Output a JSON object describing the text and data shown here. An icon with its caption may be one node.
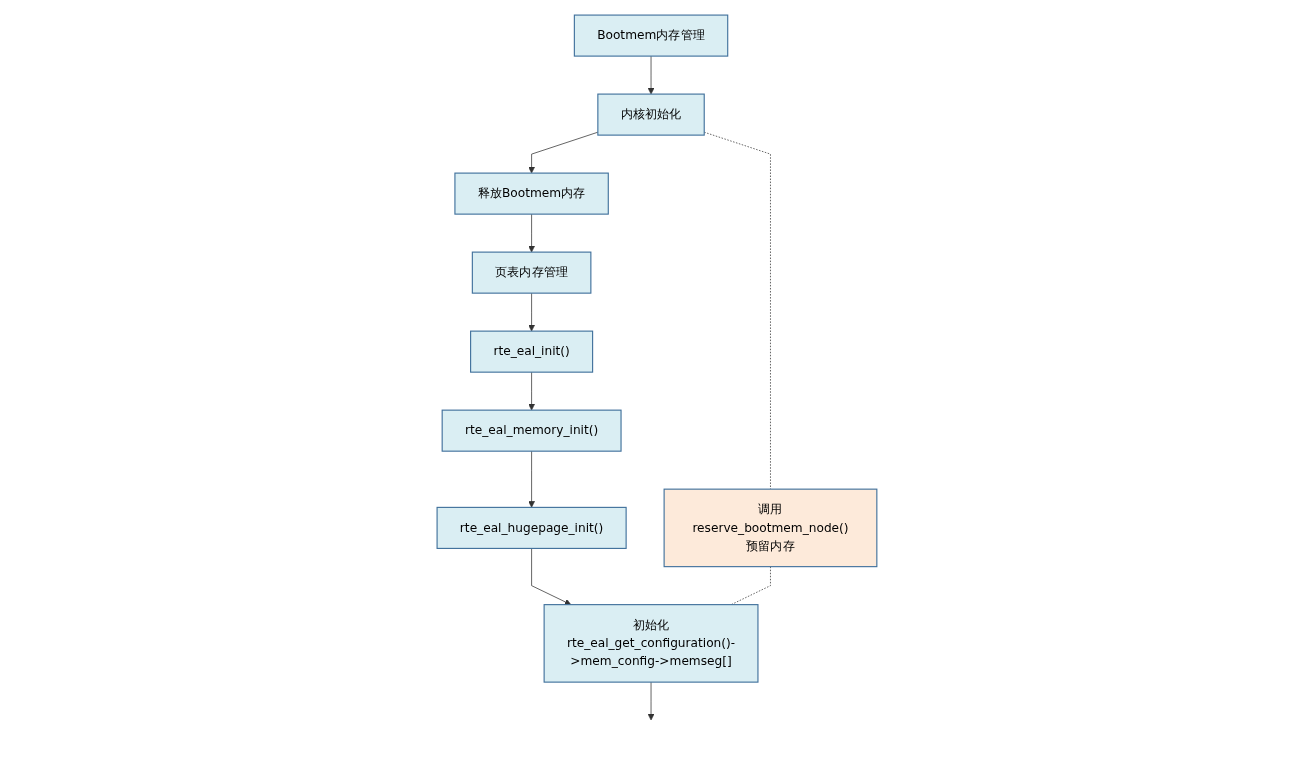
{
  "diagram": {
    "nodes": [
      {
        "text": [
          "Bootmem内存管理"
        ]
      },
      {
        "text": [
          "内核初始化"
        ]
      },
      {
        "text": [
          "释放Bootmem内存"
        ]
      },
      {
        "text": [
          "页表内存管理"
        ]
      },
      {
        "text": [
          "调用reserve_bootmem_node()预留内存"
        ]
      },
      {
        "text": [
          "rte_eal_init()"
        ]
      },
      {
        "text": [
          "rte_eal_memory_init()"
        ]
      },
      {
        "text": [
          "rte_eal_hugepage_init()"
        ]
      },
      {
        "text": [
          "初始化rte_eal_get_configuration()->mem_config->memseg[]"
        ]
      }
    ],
    "edges": [
      {
        "from": 0,
        "to": 1,
        "arrow": "to"
      },
      {
        "from": 1,
        "to": 2,
        "arrow": "to"
      },
      {
        "from": 2,
        "to": 3,
        "arrow": "to"
      },
      {
        "from": 3,
        "to": 5,
        "arrow": "to"
      },
      {
        "from": 1,
        "to": 4,
        "arrow": "none",
        "style": "dashed"
      },
      {
        "from": 5,
        "to": 6,
        "arrow": "to"
      },
      {
        "from": 6,
        "to": 7,
        "arrow": "to"
      },
      {
        "from": 7,
        "to": 8,
        "arrow": "to"
      },
      {
        "from": 4,
        "to": 8,
        "arrow": "none",
        "style": "dashed"
      },
      {
        "from": 8,
        "to": null,
        "arrow": "to"
      }
    ]
  }
}
